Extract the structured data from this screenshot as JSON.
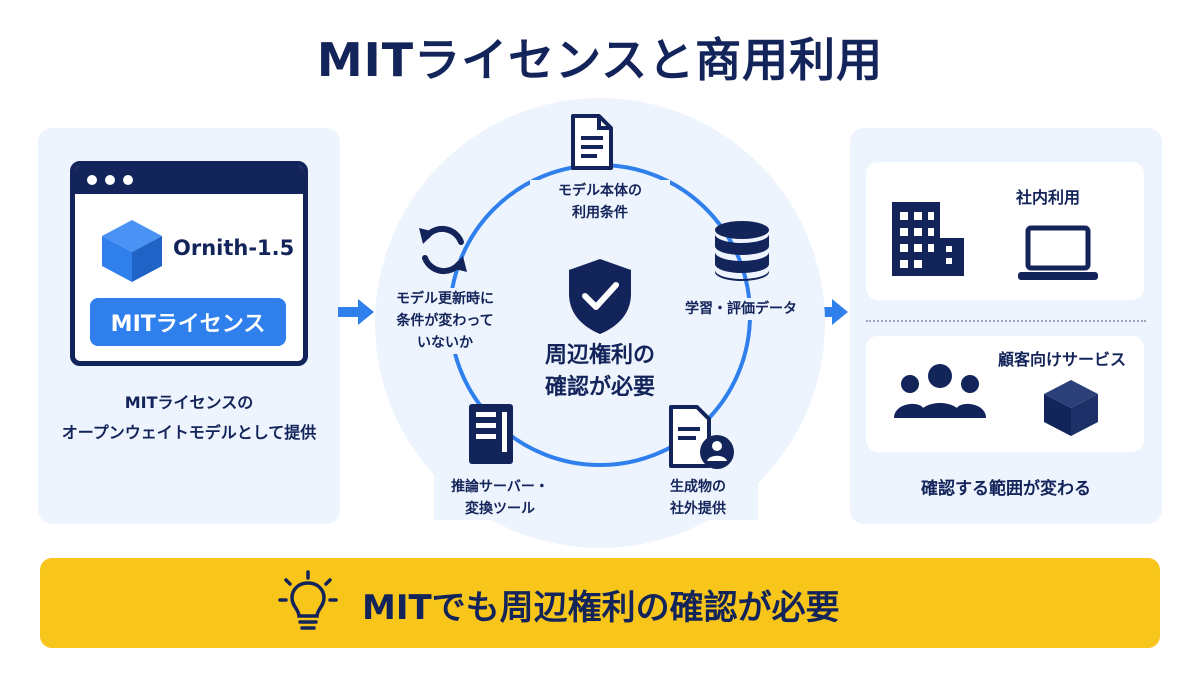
{
  "title": "MITライセンスと商用利用",
  "left": {
    "model_name": "Ornith-1.5",
    "license_label": "MITライセンス",
    "caption_line1": "MITライセンスの",
    "caption_line2": "オープンウェイトモデルとして提供"
  },
  "center": {
    "text_line1": "周辺権利の",
    "text_line2": "確認が必要",
    "nodes": [
      {
        "line1": "モデル本体の",
        "line2": "利用条件",
        "icon": "document-icon"
      },
      {
        "line1": "学習・評価データ",
        "line2": "",
        "icon": "database-icon"
      },
      {
        "line1": "生成物の",
        "line2": "社外提供",
        "icon": "document-user-icon"
      },
      {
        "line1": "推論サーバー・",
        "line2": "変換ツール",
        "icon": "server-icon"
      },
      {
        "line1": "モデル更新時に",
        "line2": "条件が変わって",
        "line3": "いないか",
        "icon": "refresh-icon"
      }
    ]
  },
  "right": {
    "internal_label": "社内利用",
    "customer_label": "顧客向けサービス",
    "caption": "確認する範囲が変わる"
  },
  "banner": {
    "text": "MITでも周辺権利の確認が必要"
  },
  "colors": {
    "navy": "#13245a",
    "accent_blue": "#2f80ed",
    "panel_bg": "#eef4fd",
    "banner_yellow": "#f8c51a"
  }
}
